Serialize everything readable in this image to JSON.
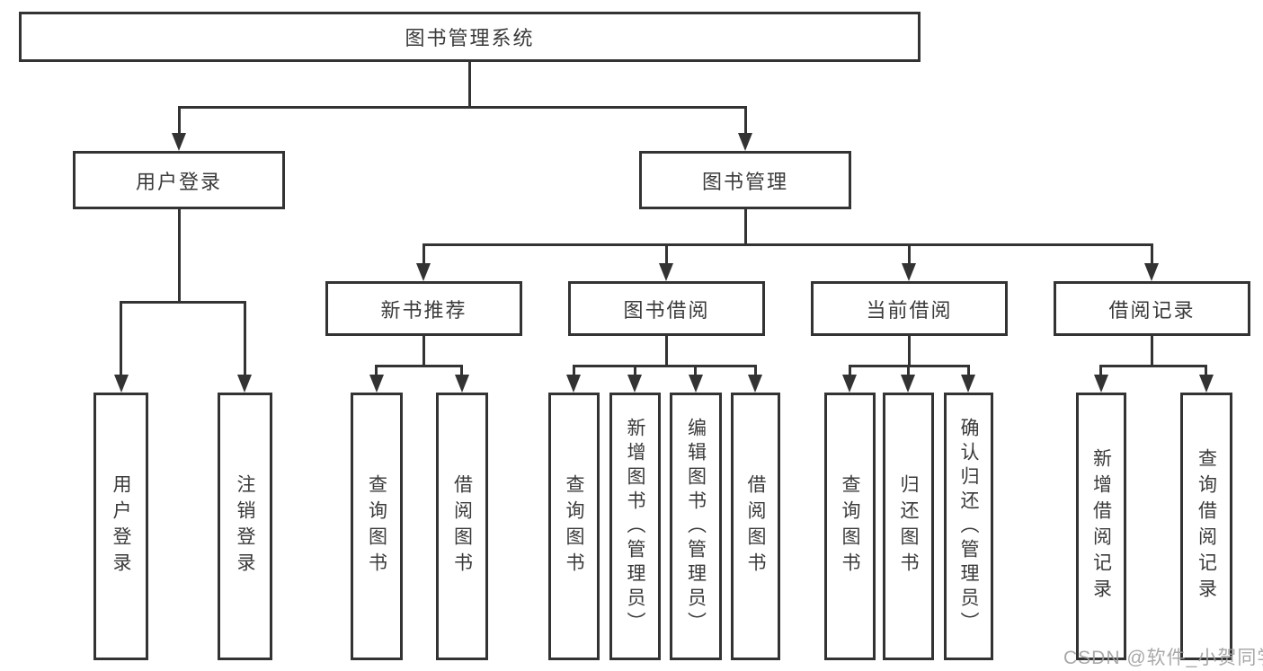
{
  "page": {
    "background": "#ffffff",
    "type": "functional-structure-diagram"
  },
  "colors": {
    "box_border": "#333333",
    "connector_line": "#333333",
    "text": "#3a3a3a",
    "box_background": "#ffffff",
    "watermark": "#a0a0a0"
  },
  "diagram": {
    "root": {
      "id": "library-management-system",
      "label": "图书管理系统"
    },
    "level2": [
      {
        "id": "user-login",
        "label": "用户登录",
        "parent": "library-management-system"
      },
      {
        "id": "book-management",
        "label": "图书管理",
        "parent": "library-management-system"
      }
    ],
    "level3": [
      {
        "id": "new-book-recommend",
        "label": "新书推荐",
        "parent": "book-management"
      },
      {
        "id": "book-borrowing",
        "label": "图书借阅",
        "parent": "book-management"
      },
      {
        "id": "current-borrowing",
        "label": "当前借阅",
        "parent": "book-management"
      },
      {
        "id": "borrowing-records",
        "label": "借阅记录",
        "parent": "book-management"
      }
    ],
    "leaves": [
      {
        "id": "leaf-user-login",
        "label": "用户登录",
        "parent": "user-login"
      },
      {
        "id": "leaf-logout",
        "label": "注销登录",
        "parent": "user-login"
      },
      {
        "id": "leaf-query-book-recommend",
        "label": "查询图书",
        "parent": "new-book-recommend"
      },
      {
        "id": "leaf-borrow-book-recommend",
        "label": "借阅图书",
        "parent": "new-book-recommend"
      },
      {
        "id": "leaf-query-book-borrowing",
        "label": "查询图书",
        "parent": "book-borrowing"
      },
      {
        "id": "leaf-add-book-admin",
        "label": "新增图书（管理员）",
        "parent": "book-borrowing"
      },
      {
        "id": "leaf-edit-book-admin",
        "label": "编辑图书（管理员）",
        "parent": "book-borrowing"
      },
      {
        "id": "leaf-borrow-book",
        "label": "借阅图书",
        "parent": "book-borrowing"
      },
      {
        "id": "leaf-query-book-current",
        "label": "查询图书",
        "parent": "current-borrowing"
      },
      {
        "id": "leaf-return-book",
        "label": "归还图书",
        "parent": "current-borrowing"
      },
      {
        "id": "leaf-confirm-return-admin",
        "label": "确认归还（管理员）",
        "parent": "current-borrowing"
      },
      {
        "id": "leaf-add-borrow-record",
        "label": "新增借阅记录",
        "parent": "borrowing-records"
      },
      {
        "id": "leaf-query-borrow-record",
        "label": "查询借阅记录",
        "parent": "borrowing-records"
      }
    ]
  },
  "watermark": {
    "text": "CSDN @软件_小贺同学"
  }
}
